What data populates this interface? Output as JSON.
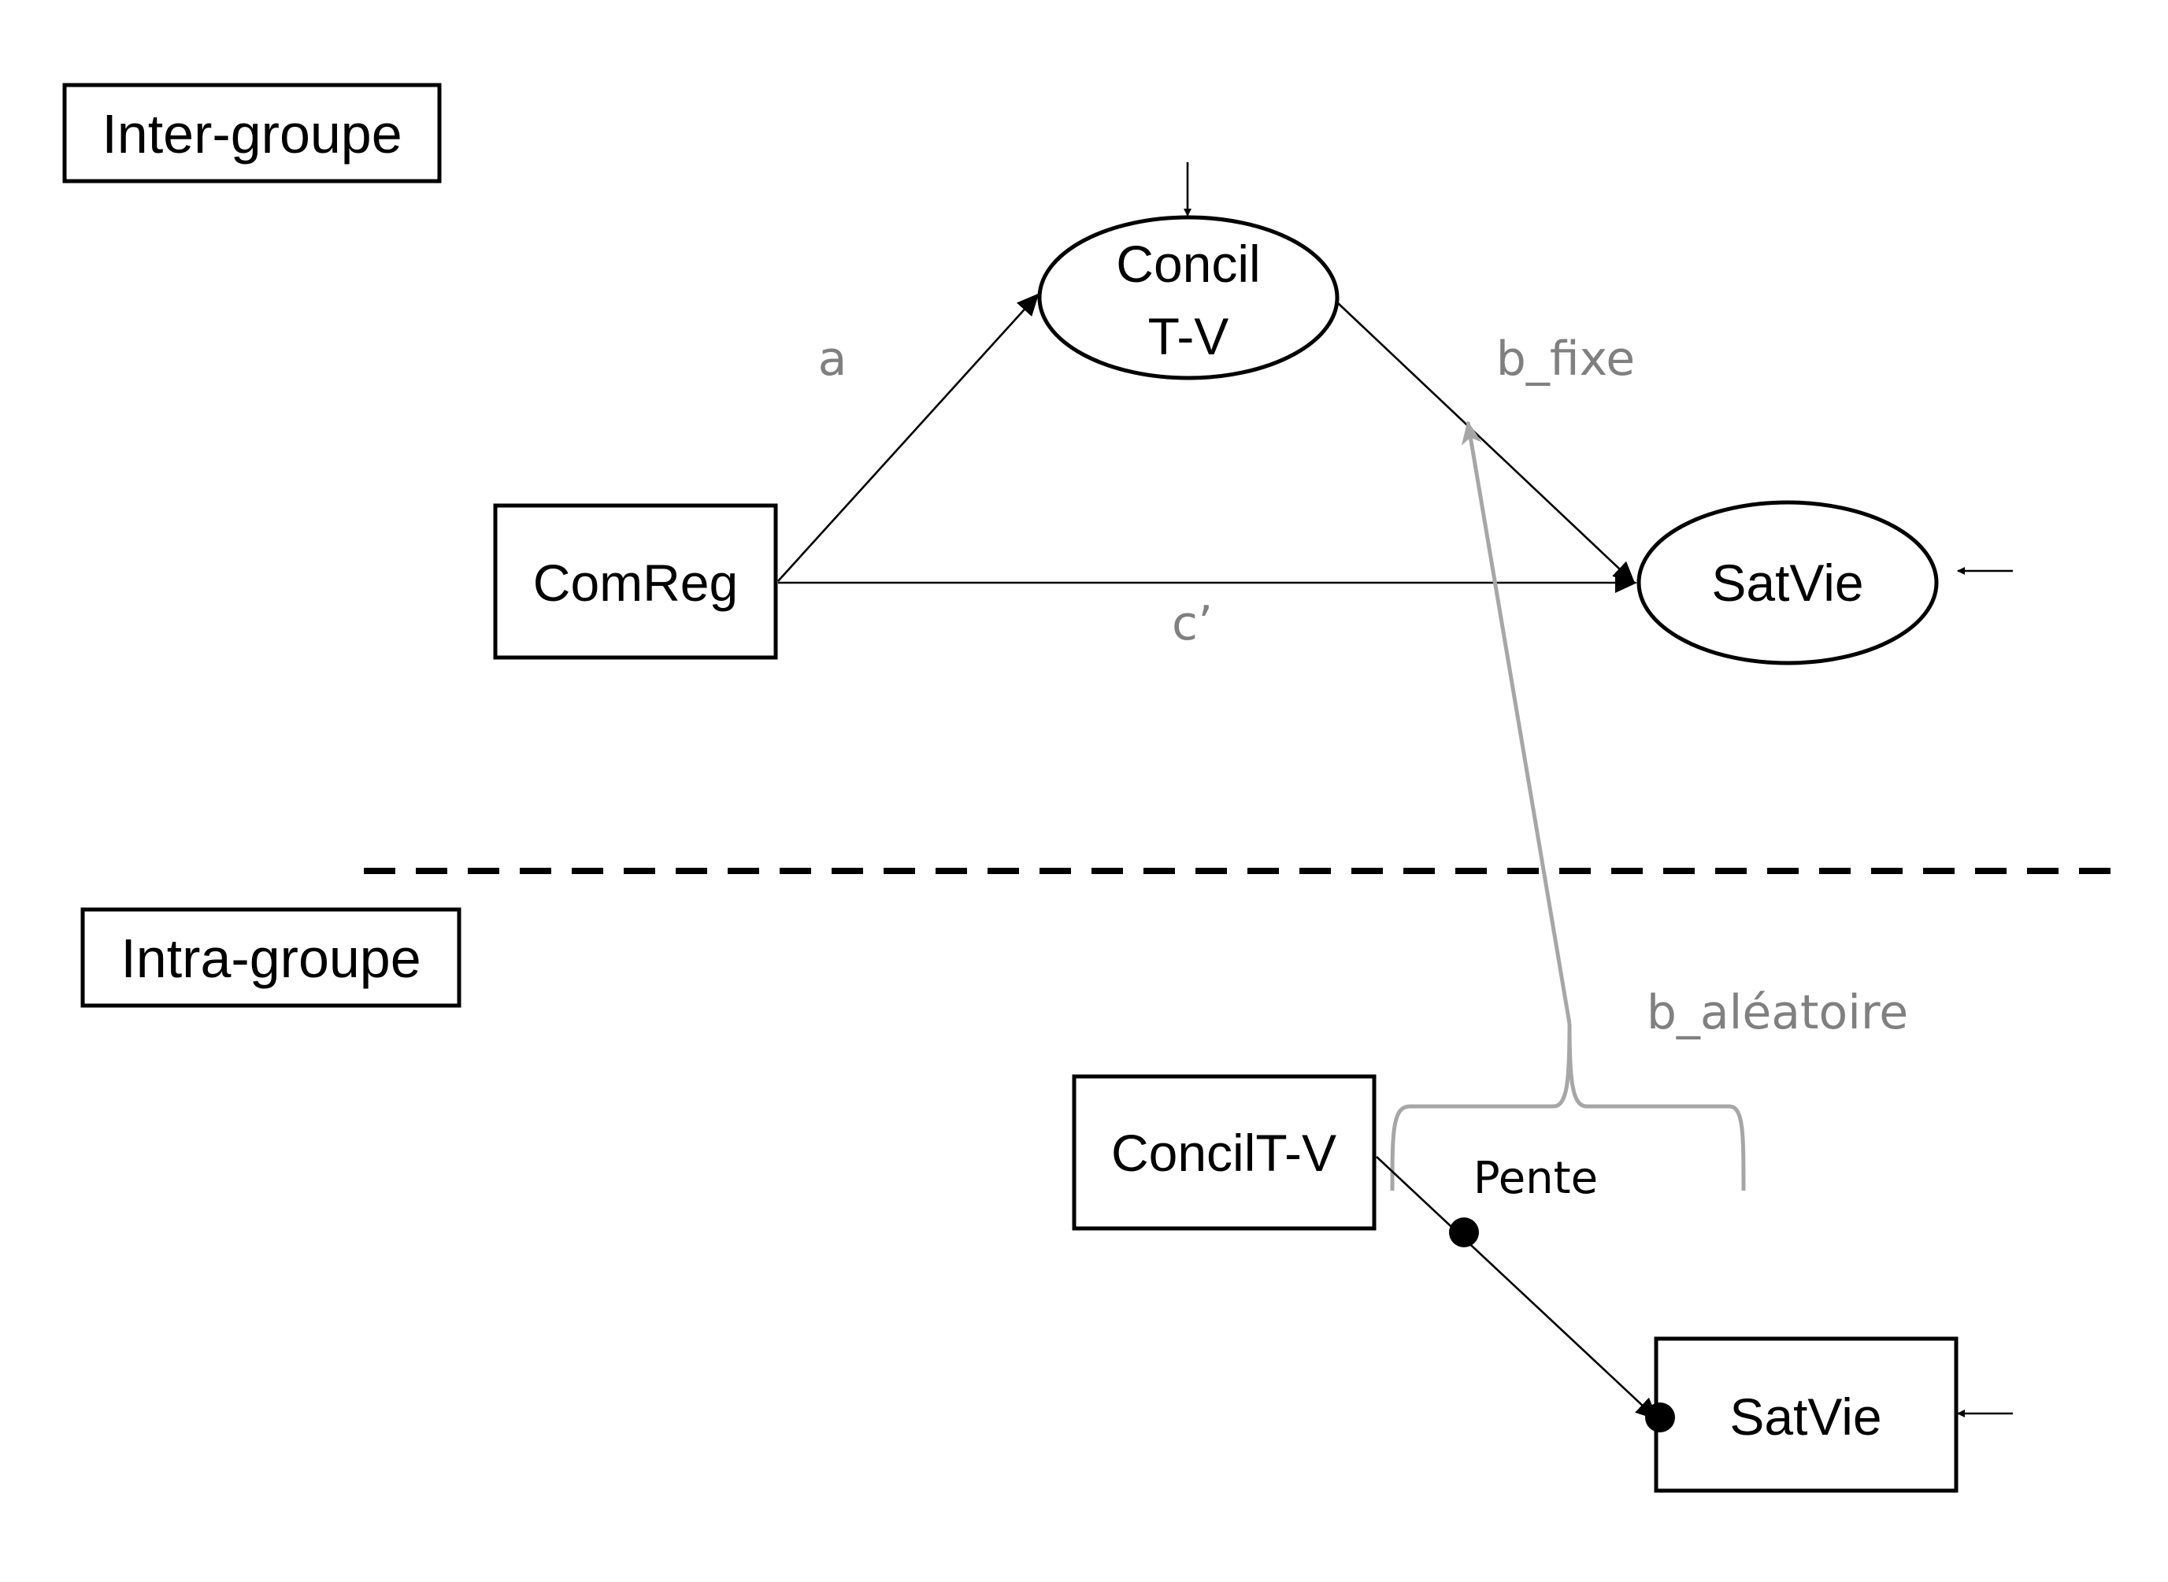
{
  "sections": {
    "between": "Inter-groupe",
    "within": "Intra-groupe"
  },
  "nodes": {
    "comreg": "ComReg",
    "concil_between_line1": "Concil",
    "concil_between_line2": "T-V",
    "satvie_between": "SatVie",
    "concil_within": "ConcilT-V",
    "satvie_within": "SatVie"
  },
  "paths": {
    "a": "a",
    "b_fixed": "b_fixe",
    "c_prime": "c’",
    "b_random": "b_aléatoire",
    "slope": "Pente"
  },
  "colors": {
    "line": "#000000",
    "random_slope_line": "#a6a6a6",
    "path_label": "#808080"
  }
}
